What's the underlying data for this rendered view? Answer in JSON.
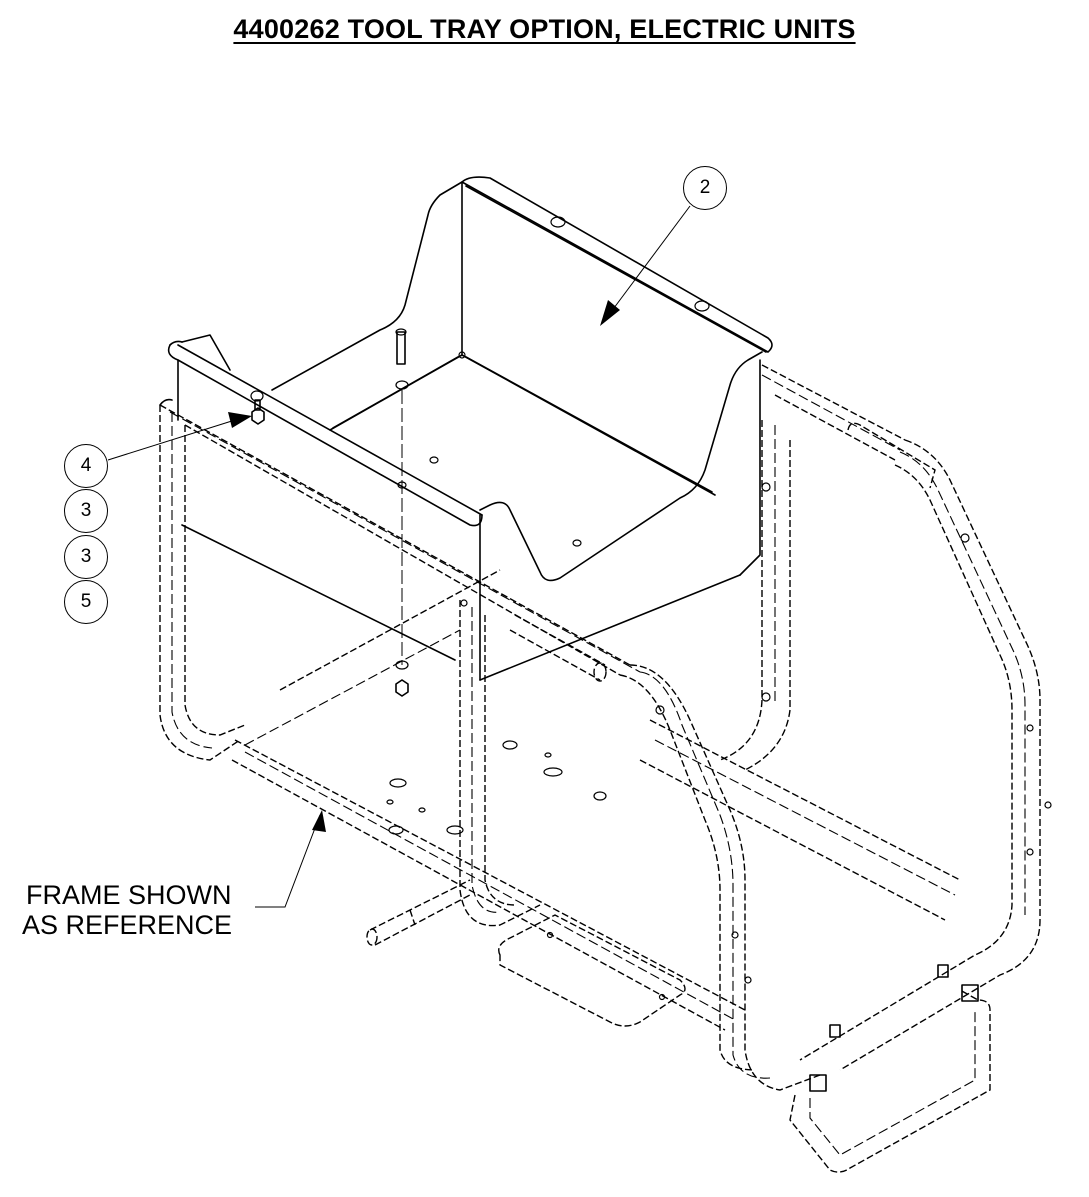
{
  "drawing": {
    "title": "4400262 TOOL TRAY OPTION, ELECTRIC UNITS",
    "balloons": [
      {
        "id": "balloon-2",
        "label": "2",
        "target": "tool-tray"
      },
      {
        "id": "balloon-4",
        "label": "4",
        "target": "nut-bolt-hardware"
      },
      {
        "id": "balloon-3a",
        "label": "3"
      },
      {
        "id": "balloon-3b",
        "label": "3"
      },
      {
        "id": "balloon-5",
        "label": "5"
      }
    ],
    "notes": {
      "frame_line1": "FRAME SHOWN",
      "frame_line2": "AS REFERENCE"
    },
    "colors": {
      "line": "#000000",
      "background": "#ffffff"
    }
  }
}
